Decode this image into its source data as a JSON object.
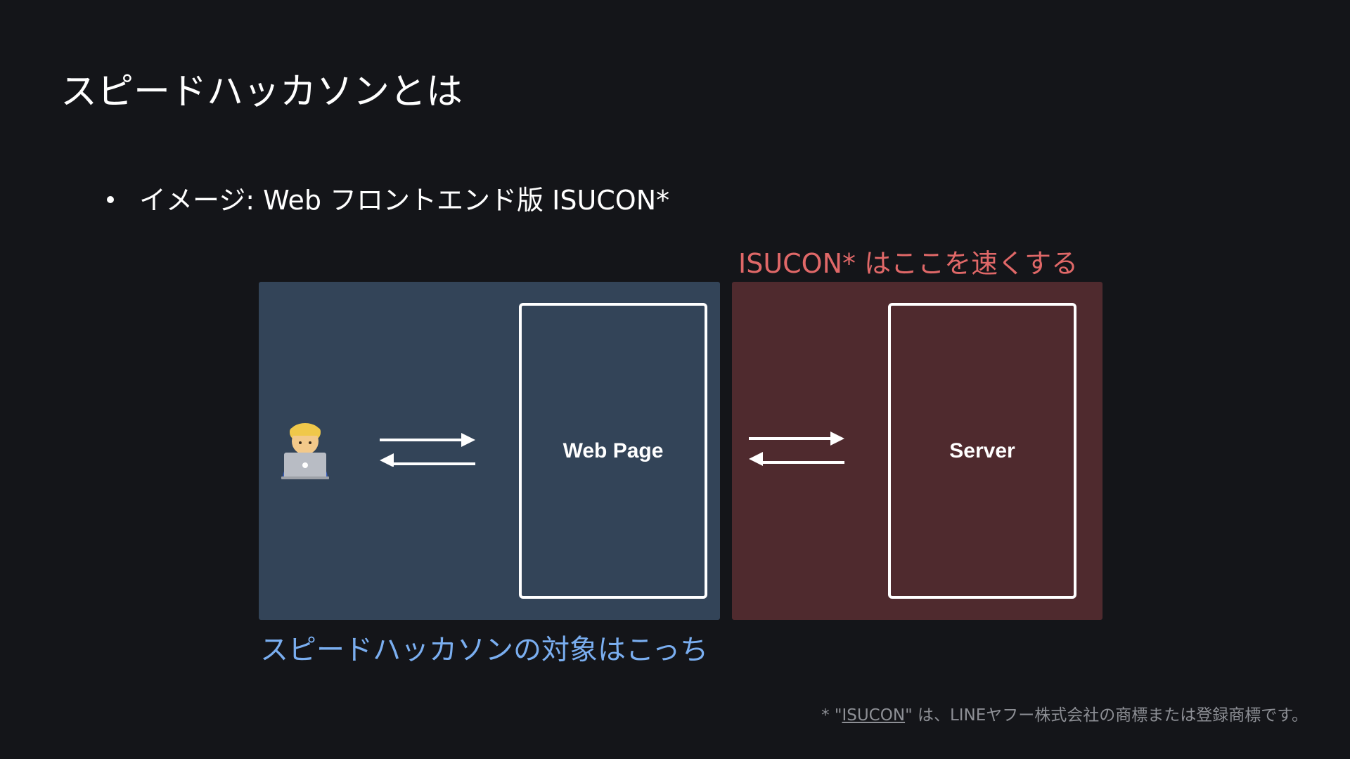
{
  "slide": {
    "title": "スピードハッカソンとは",
    "bullet": "イメージ: Web フロントエンド版 ISUCON*"
  },
  "diagram": {
    "isucon_caption": "ISUCON* はここを速くする",
    "front_caption": "スピードハッカソンの対象はこっち",
    "web_page_label": "Web Page",
    "server_label": "Server",
    "user_icon": "developer-with-laptop-icon",
    "colors": {
      "background": "#141519",
      "front_panel": "#334458",
      "server_panel": "#4f2a2e",
      "isucon_caption": "#e06868",
      "front_caption": "#7aaef0"
    }
  },
  "footnote": {
    "prefix": "* \"",
    "link_text": "ISUCON",
    "suffix": "\" は、LINEヤフー株式会社の商標または登録商標です。"
  }
}
